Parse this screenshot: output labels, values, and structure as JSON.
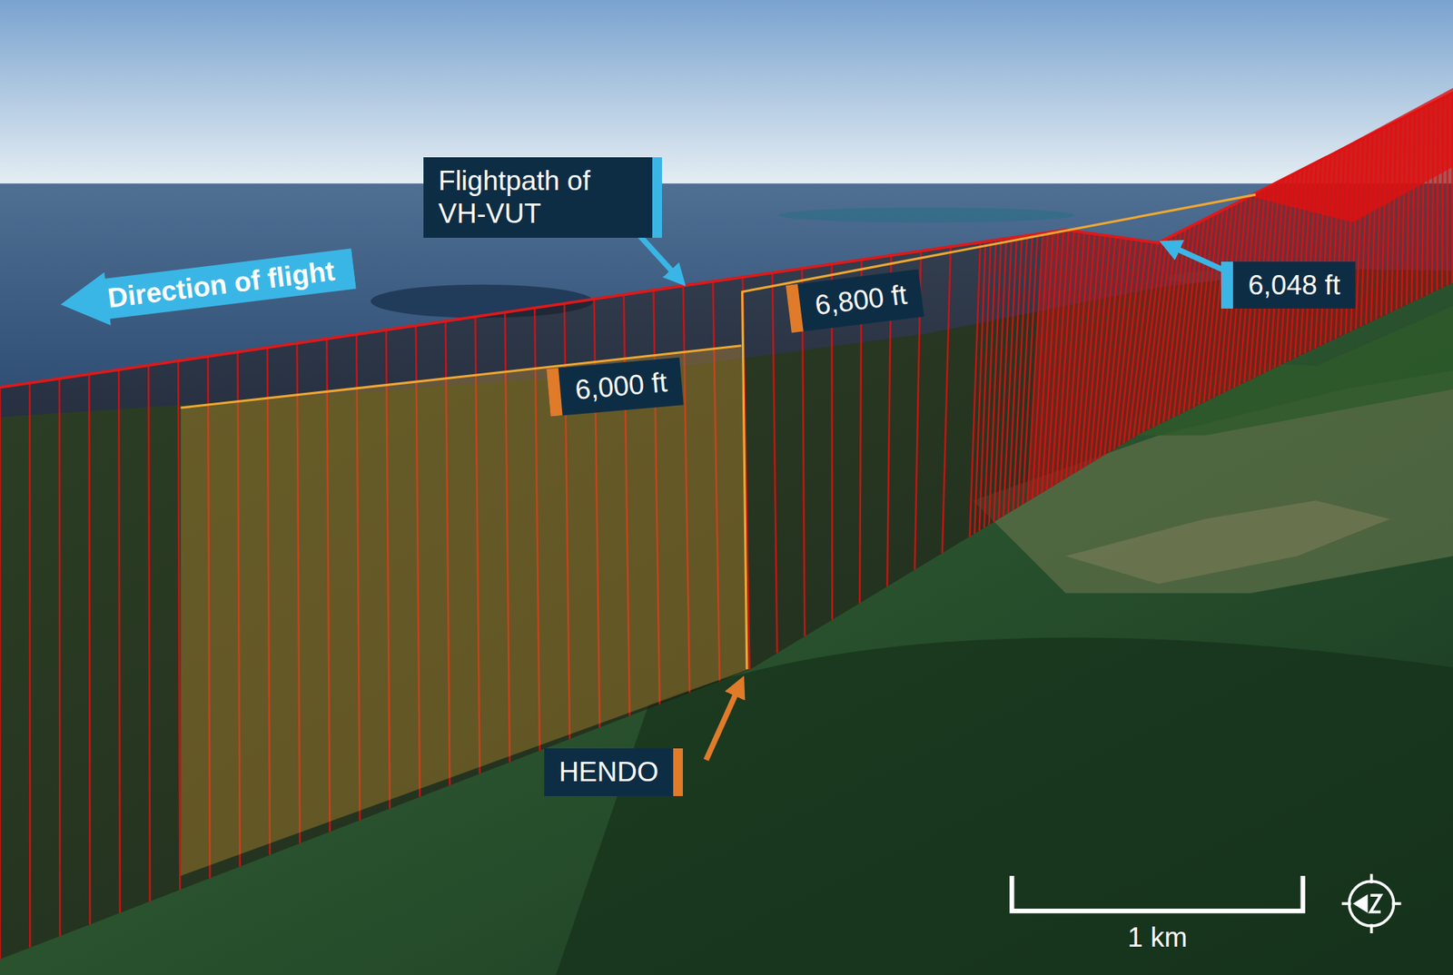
{
  "diagram": {
    "nodes": [
      {
        "text": [
          "Flightpath of VH-VUT"
        ]
      },
      {
        "text": [
          "Direction of flight"
        ]
      },
      {
        "text": [
          "6,000 ft"
        ]
      },
      {
        "text": [
          "6,800 ft"
        ]
      },
      {
        "text": [
          "6,048 ft"
        ]
      },
      {
        "text": [
          "HENDO"
        ]
      }
    ],
    "edges": [],
    "labels": [
      "1 km"
    ]
  }
}
